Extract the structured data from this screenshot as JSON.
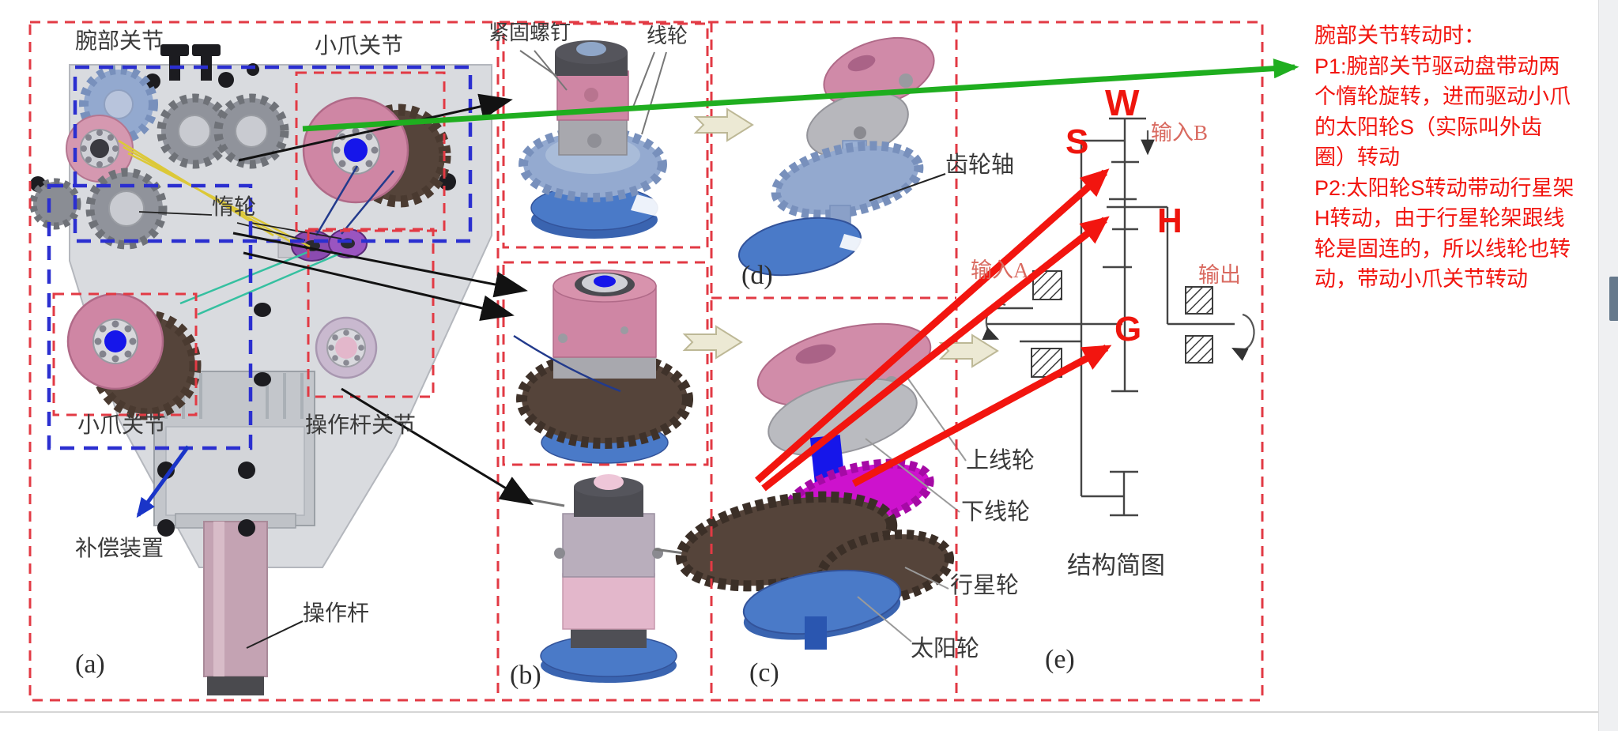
{
  "figure": {
    "panel_a": {
      "tag": "(a)",
      "labels": {
        "wrist_joint": "腕部关节",
        "claw_joint_top": "小爪关节",
        "idler_wheel": "惰轮",
        "claw_joint_bottom": "小爪关节",
        "rod_joint": "操作杆关节",
        "compensation_device": "补偿装置",
        "operating_rod": "操作杆"
      }
    },
    "panel_b": {
      "tag": "(b)",
      "labels": {
        "fastening_screw": "紧固螺钉",
        "wire_wheel": "线轮"
      }
    },
    "panel_c": {
      "tag": "(c)",
      "labels": {
        "upper_wire_wheel": "上线轮",
        "lower_wire_wheel": "下线轮",
        "planet_gear": "行星轮",
        "sun_gear": "太阳轮"
      }
    },
    "panel_d": {
      "tag": "(d)",
      "labels": {
        "gear_shaft": "齿轮轴"
      }
    },
    "panel_e": {
      "tag": "(e)",
      "labels": {
        "letter_w": "W",
        "letter_s": "S",
        "letter_h": "H",
        "letter_g": "G",
        "input_a": "输入A",
        "input_b": "输入B",
        "output": "输出",
        "caption": "结构简图"
      }
    }
  },
  "annotation": {
    "lines": [
      "腕部关节转动时：",
      "P1:腕部关节驱动盘带动两",
      "个惰轮旋转，进而驱动小爪",
      "的太阳轮S（实际叫外齿",
      "圈）转动",
      "P2:太阳轮S转动带动行星架",
      "H转动，由于行星轮架跟线",
      "轮是固连的，所以线轮也转",
      "动，带动小爪关节转动"
    ]
  },
  "colors": {
    "border_red": "#e23a44",
    "border_blue": "#2b2fd0",
    "annotation_red": "#f2150f",
    "arrow_green": "#1fae1f",
    "pink_wheel": "#cf86a4",
    "brown_gear": "#55443a",
    "steel_blue_gear": "#93a9cf",
    "base_blue": "#4a7ac8",
    "bright_blue": "#1616ea",
    "magenta_gear": "#cd12cd",
    "io_label_pink": "#d96a60"
  }
}
